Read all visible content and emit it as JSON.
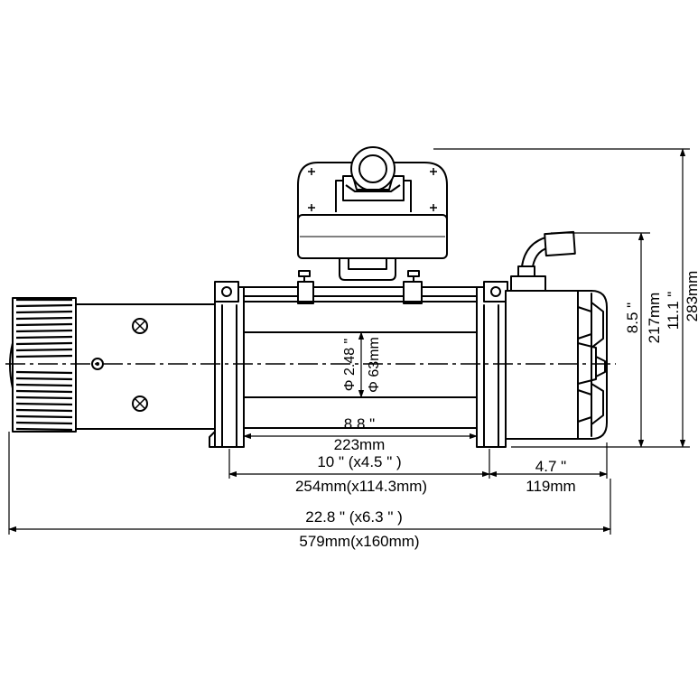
{
  "dimensions": {
    "drum_in": "8.8 \"",
    "drum_mm": "223mm",
    "mount_in": "10 \" (x4.5 \" )",
    "mount_mm": "254mm(x114.3mm)",
    "motor_in": "4.7 \"",
    "motor_mm": "119mm",
    "total_in": "22.8 \" (x6.3 \" )",
    "total_mm": "579mm(x160mm)",
    "drum_dia_in": "Φ 2.48 \"",
    "drum_dia_mm": "Φ 63mm",
    "height_body_in": "8.5 \"",
    "height_body_mm": "217mm",
    "height_total_in": "11.1 \"",
    "height_total_mm": "283mm"
  }
}
